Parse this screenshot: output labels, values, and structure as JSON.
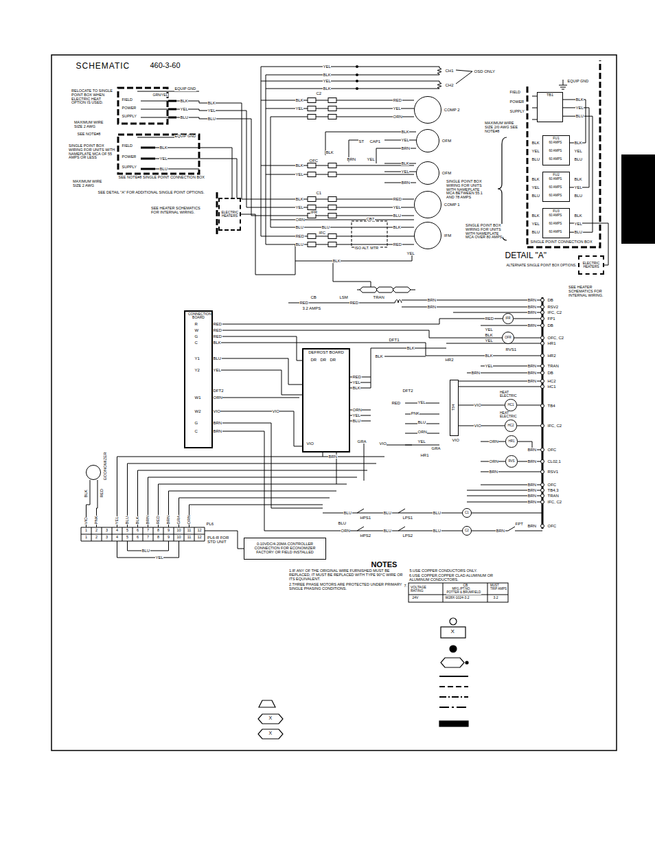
{
  "diagram": {
    "title": "SCHEMATIC",
    "nodes": [
      {
        "text": [
          "TB1"
        ]
      },
      {
        "text": [
          "FU1"
        ]
      },
      {
        "text": [
          "FU2"
        ]
      },
      {
        "text": [
          "FU3"
        ]
      },
      {
        "text": [
          "COMP 2"
        ]
      },
      {
        "text": [
          "OFM"
        ]
      },
      {
        "text": [
          "OFM"
        ]
      },
      {
        "text": [
          "COMP 1"
        ]
      },
      {
        "text": [
          "IFM"
        ]
      },
      {
        "text": [
          "ELECTRIC HEATERS"
        ]
      },
      {
        "text": [
          "ELECTRIC HEATERS"
        ]
      },
      {
        "text": [
          "CONNECTION BOARD"
        ]
      },
      {
        "text": [
          "DEFROST BOARD"
        ]
      },
      {
        "text": [
          "IFR"
        ]
      },
      {
        "text": [
          "OFR"
        ]
      },
      {
        "text": [
          "TB4"
        ]
      },
      {
        "text": [
          "HC1"
        ]
      },
      {
        "text": [
          "HC2"
        ]
      },
      {
        "text": [
          "HR1"
        ]
      },
      {
        "text": [
          "RVS"
        ]
      },
      {
        "text": [
          "ECONOMIZER"
        ]
      },
      {
        "text": [
          "C1"
        ]
      },
      {
        "text": [
          "C2"
        ]
      },
      {
        "text": [
          "0-10VDC/4-20MA CONTROLLER CONNECTION FOR ECONOMIZER FACTORY OR FIELD INSTALLED"
        ]
      }
    ],
    "edges": [
      {
        "from": 11,
        "to": 12,
        "label": "VIO",
        "arrow": "none"
      },
      {
        "from": 0,
        "to": 1,
        "arrow": "none"
      },
      {
        "from": 0,
        "to": 2,
        "arrow": "none"
      },
      {
        "from": 0,
        "to": 3,
        "arrow": "none"
      },
      {
        "from": 3,
        "to": 10,
        "arrow": "none"
      }
    ],
    "labels": [
      "460-3-60",
      "RELOCATE TO SINGLE POINT BOX WHEN ELECTRIC HEAT OPTION IS USED.",
      "MAXIMUM WIRE SIZE 2 AWG",
      "SEE NOTE#8",
      "EQUIP GND",
      "GRN/YEL",
      "FIELD",
      "POWER",
      "SUPPLY",
      "BLK",
      "YEL",
      "BLU",
      "BLK",
      "YEL",
      "BLU",
      "EQUIP GND",
      "FIELD",
      "POWER",
      "SUPPLY",
      "BLK",
      "YEL",
      "BLU",
      "SINGLE POINT BOX WIRING FOR UNITS WITH NAMEPLATE MCA OF 55 AMPS OR LESS",
      "SEE NOTE#8 SINGLE POINT CONNECTION BOX",
      "MAXIMUM WIRE SIZE 2 AWG",
      "SEE DETAIL \"A\" FOR ADDITIONAL SINGLE POINT OPTIONS.",
      "SEE HEATER SCHEMATICS FOR INTERNAL WIRING.",
      "YEL",
      "BLK",
      "YEL",
      "BLK",
      "CH1",
      "CH2",
      "OSD ONLY",
      "C2",
      "BLK",
      "YEL",
      "RED",
      "YEL",
      "ORN",
      "BLK",
      "YEL",
      "BRN",
      "BLK",
      "ST",
      "CAP1",
      "BRN",
      "YEL",
      "OFC",
      "BLK",
      "YEL",
      "BLK",
      "YEL",
      "BRN",
      "C1",
      "BLK",
      "YEL",
      "RED",
      "YEL",
      "BLU",
      "IFR",
      "BLU",
      "ORN",
      "BLU",
      "CB7",
      "RED",
      "IFC",
      "BLU",
      "BLK",
      "RED",
      "ISO ALT. MTR",
      "BLK",
      "YEL",
      "EQUIP GND",
      "FIELD",
      "POWER",
      "SUPPLY",
      "MAXIMUM WIRE SIZE 2/0 AWG SEE NOTE#8",
      "BLK",
      "YEL",
      "BLU",
      "BLK",
      "YEL",
      "BLU",
      "BLK",
      "YEL",
      "BLU",
      "BLK",
      "YEL",
      "BLU",
      "BLK",
      "YEL",
      "BLU",
      "BLK",
      "YEL",
      "BLU",
      "BLK",
      "YEL",
      "BLU",
      "60 AMPS",
      "60 AMPS",
      "60 AMPS",
      "60 AMPS",
      "60 AMPS",
      "60 AMPS",
      "60 AMPS",
      "60 AMPS",
      "60 AMPS",
      "SINGLE POINT BOX WIRING FOR UNITS WITH NAMEPLATE MCA BETWEEN 55.1 AND 78 AMPS",
      "SINGLE POINT BOX WIRING FOR UNITS WITH NAMEPLATE MCA OVER 80 AMPS",
      "SINGLE POINT CONNECTION BOX",
      "DETAIL \"A\"",
      "ALTERNATE SINGLE POINT BOX OPTIONS.",
      "SEE HEATER SCHEMATICS FOR INTERNAL WIRING.",
      "RED",
      "CB",
      "3.2 AMPS",
      "LSM",
      "RED",
      "TRAN",
      "BRN",
      "BRN",
      "DB",
      "RSV2",
      "IFC, C2",
      "FP1",
      "DB",
      "OFC, C2",
      "HR1",
      "HR2",
      "TRAN",
      "DB",
      "HC2",
      "HC1",
      "TB4",
      "IFC, C2",
      "OFC",
      "CL02,1",
      "RSV1",
      "OFC",
      "TB4,3",
      "TRAN",
      "IFC, C2",
      "OFC",
      "BRN",
      "BRN",
      "BRN",
      "BRN",
      "BRN",
      "BRN",
      "BRN",
      "BRN",
      "BRN",
      "BRN",
      "BRN",
      "BRN",
      "BRN",
      "BRN",
      "R",
      "W",
      "G",
      "C",
      "Y1",
      "Y2",
      "W1",
      "W2",
      "G",
      "C",
      "RED",
      "RED",
      "RED",
      "BLK",
      "BLU",
      "YEL",
      "DFT2",
      "ORN",
      "VIO",
      "BRN",
      "BRN",
      "DR",
      "DR",
      "DR",
      "RED",
      "YEL",
      "BLK",
      "ORN",
      "YEL",
      "BLU",
      "VIO",
      "BRN",
      "GRA",
      "DFT1",
      "BLK",
      "BLK",
      "HR2",
      "RVS1",
      "DFT2",
      "RED",
      "PNK",
      "YEL",
      "BLU",
      "ORN",
      "YEL",
      "HR1",
      "GRA",
      "VIO",
      "HEAT ELECTRIC",
      "HEAT ELECTRIC",
      "VIO",
      "VIO",
      "VIO",
      "RED",
      "YEL",
      "BLK",
      "YEL",
      "BLK",
      "YEL",
      "BRN",
      "ORN",
      "ORN",
      "BRN",
      "BLU",
      "HPS1",
      "BLU",
      "LPS1",
      "BLU",
      "BLU",
      "ORN",
      "HPS2",
      "BLU",
      "LPS2",
      "BLU",
      "BRN",
      "FPT",
      "BLK",
      "RED",
      "VIO",
      "PNK",
      "YEL",
      "BLU",
      "BLK",
      "BRN",
      "RED",
      "BRN",
      "GRA",
      "ORN",
      "1",
      "2",
      "3",
      "4",
      "5",
      "6",
      "7",
      "8",
      "9",
      "10",
      "11",
      "12",
      "1",
      "2",
      "3",
      "4",
      "5",
      "6",
      "7",
      "8",
      "9",
      "10",
      "11",
      "12",
      "PL6",
      "PL6-R FOR STD UNIT",
      "BLU",
      "YEL",
      "NOTES",
      "1.IF ANY OF THE ORIGINAL WIRE FURNISHED MUST BE REPLACED, IT MUST BE REPLACED WITH TYPE 90°C WIRE OR ITS EQUIVALENT.",
      "2.THREE PHASE MOTORS ARE PROTECTED UNDER PRIMARY SINGLE PHASING CONDITIONS.",
      "5.USE COPPER CONDUCTORS ONLY.",
      "6.USE COPPER,COPPER CLAD ALUMINUM OR ALUMINUM CONDUCTORS.",
      "7.",
      "VOLTAGE RATING",
      "CB",
      "MFG./PT.NO.",
      "POTTER & BRUMFIELD",
      "MUST TRIP AMPS",
      "24V",
      "W28X-1024-3.2",
      "3.2",
      "X",
      "X",
      "X"
    ]
  }
}
